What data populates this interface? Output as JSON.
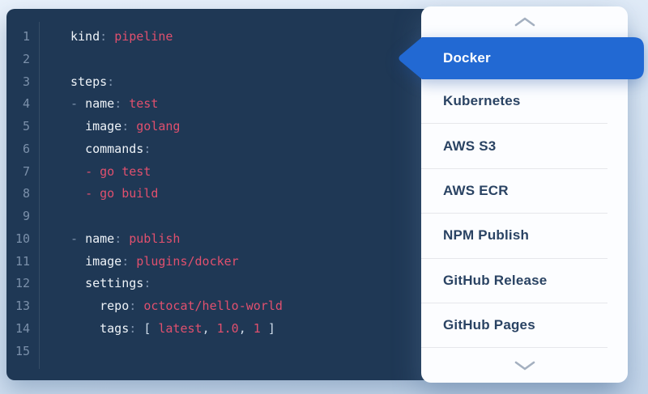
{
  "theme": {
    "editor_background": "#1f3855",
    "line_number_color": "#7b90aa",
    "key_color": "#eef3f8",
    "punctuation_color": "#7e93ad",
    "value_color": "#e0506e",
    "bracket_color": "#cfdcea",
    "selected_pill_color": "#2269d3",
    "panel_background": "#fcfdff",
    "item_text_color": "#2a4363",
    "divider_color": "#e6e7eb"
  },
  "editor": {
    "line_count": 15,
    "lines": [
      [
        {
          "c": "key",
          "t": "kind"
        },
        {
          "c": "punc",
          "t": ": "
        },
        {
          "c": "val",
          "t": "pipeline"
        }
      ],
      [],
      [
        {
          "c": "key",
          "t": "steps"
        },
        {
          "c": "punc",
          "t": ":"
        }
      ],
      [
        {
          "c": "punc",
          "t": "- "
        },
        {
          "c": "key",
          "t": "name"
        },
        {
          "c": "punc",
          "t": ": "
        },
        {
          "c": "val",
          "t": "test"
        }
      ],
      [
        {
          "c": "plain",
          "t": "  "
        },
        {
          "c": "key",
          "t": "image"
        },
        {
          "c": "punc",
          "t": ": "
        },
        {
          "c": "val",
          "t": "golang"
        }
      ],
      [
        {
          "c": "plain",
          "t": "  "
        },
        {
          "c": "key",
          "t": "commands"
        },
        {
          "c": "punc",
          "t": ":"
        }
      ],
      [
        {
          "c": "plain",
          "t": "  "
        },
        {
          "c": "val",
          "t": "- go test"
        }
      ],
      [
        {
          "c": "plain",
          "t": "  "
        },
        {
          "c": "val",
          "t": "- go build"
        }
      ],
      [],
      [
        {
          "c": "punc",
          "t": "- "
        },
        {
          "c": "key",
          "t": "name"
        },
        {
          "c": "punc",
          "t": ": "
        },
        {
          "c": "val",
          "t": "publish"
        }
      ],
      [
        {
          "c": "plain",
          "t": "  "
        },
        {
          "c": "key",
          "t": "image"
        },
        {
          "c": "punc",
          "t": ": "
        },
        {
          "c": "val",
          "t": "plugins/docker"
        }
      ],
      [
        {
          "c": "plain",
          "t": "  "
        },
        {
          "c": "key",
          "t": "settings"
        },
        {
          "c": "punc",
          "t": ":"
        }
      ],
      [
        {
          "c": "plain",
          "t": "    "
        },
        {
          "c": "key",
          "t": "repo"
        },
        {
          "c": "punc",
          "t": ": "
        },
        {
          "c": "val",
          "t": "octocat/hello-world"
        }
      ],
      [
        {
          "c": "plain",
          "t": "    "
        },
        {
          "c": "key",
          "t": "tags"
        },
        {
          "c": "punc",
          "t": ": "
        },
        {
          "c": "lite",
          "t": "[ "
        },
        {
          "c": "val",
          "t": "latest"
        },
        {
          "c": "lite",
          "t": ", "
        },
        {
          "c": "val",
          "t": "1.0"
        },
        {
          "c": "lite",
          "t": ", "
        },
        {
          "c": "val",
          "t": "1"
        },
        {
          "c": "lite",
          "t": " ]"
        }
      ],
      []
    ]
  },
  "plugins": {
    "selected": "Docker",
    "items": [
      "Docker",
      "Kubernetes",
      "AWS S3",
      "AWS ECR",
      "NPM Publish",
      "GitHub Release",
      "GitHub Pages"
    ],
    "scroll_up_icon": "chevron-up",
    "scroll_down_icon": "chevron-down"
  }
}
